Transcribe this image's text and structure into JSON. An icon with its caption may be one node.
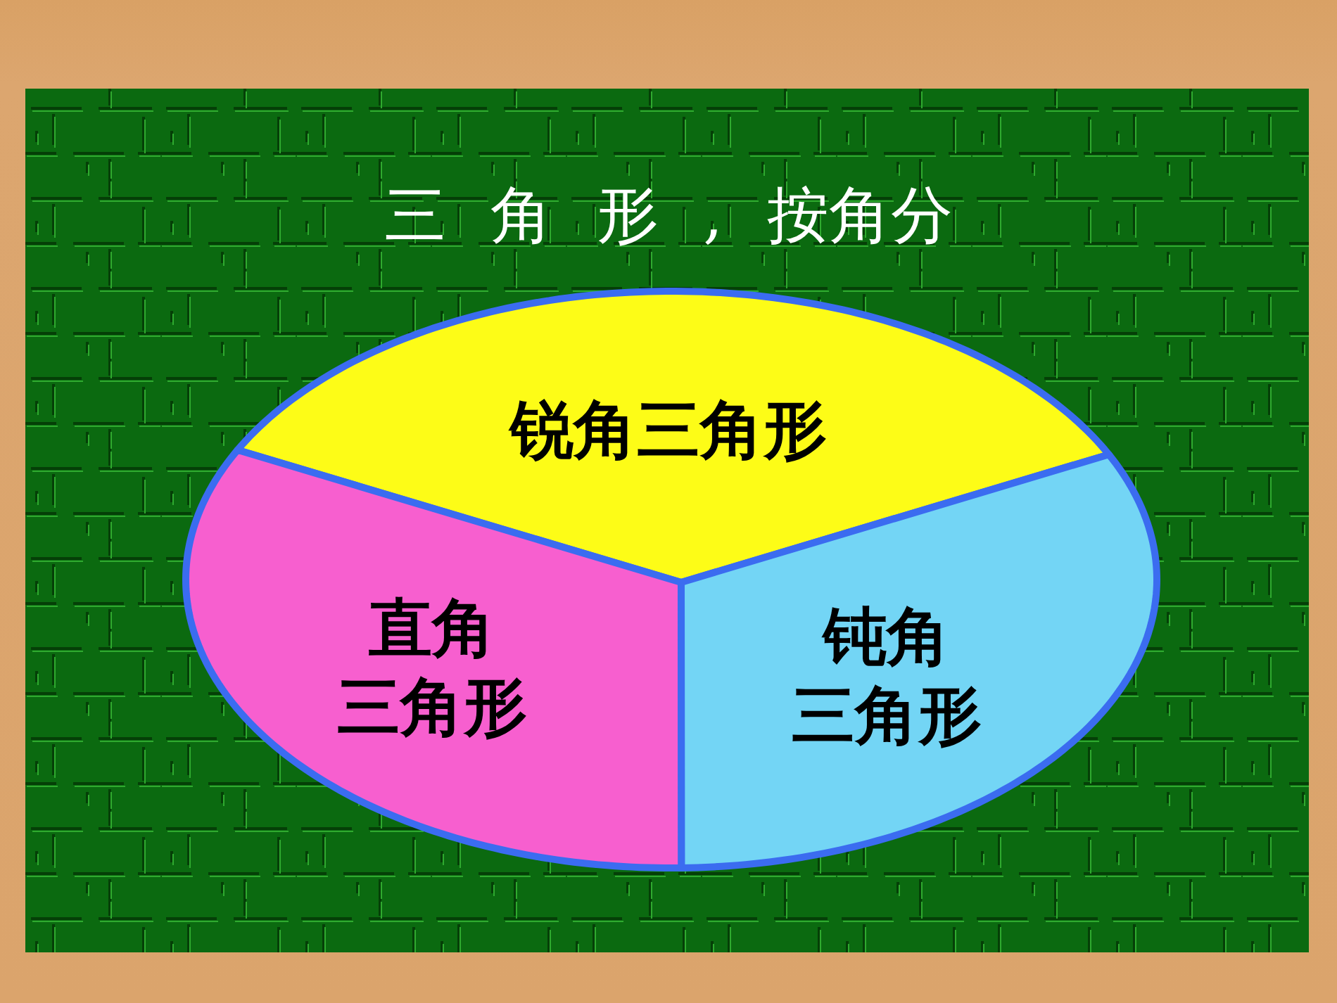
{
  "diagram": {
    "title": "三 角 形 , 按角分",
    "nodes": [
      {
        "text": [
          "锐角三角形"
        ]
      },
      {
        "text": [
          "直角三角形"
        ]
      },
      {
        "text": [
          "钝角三角形"
        ]
      }
    ]
  }
}
